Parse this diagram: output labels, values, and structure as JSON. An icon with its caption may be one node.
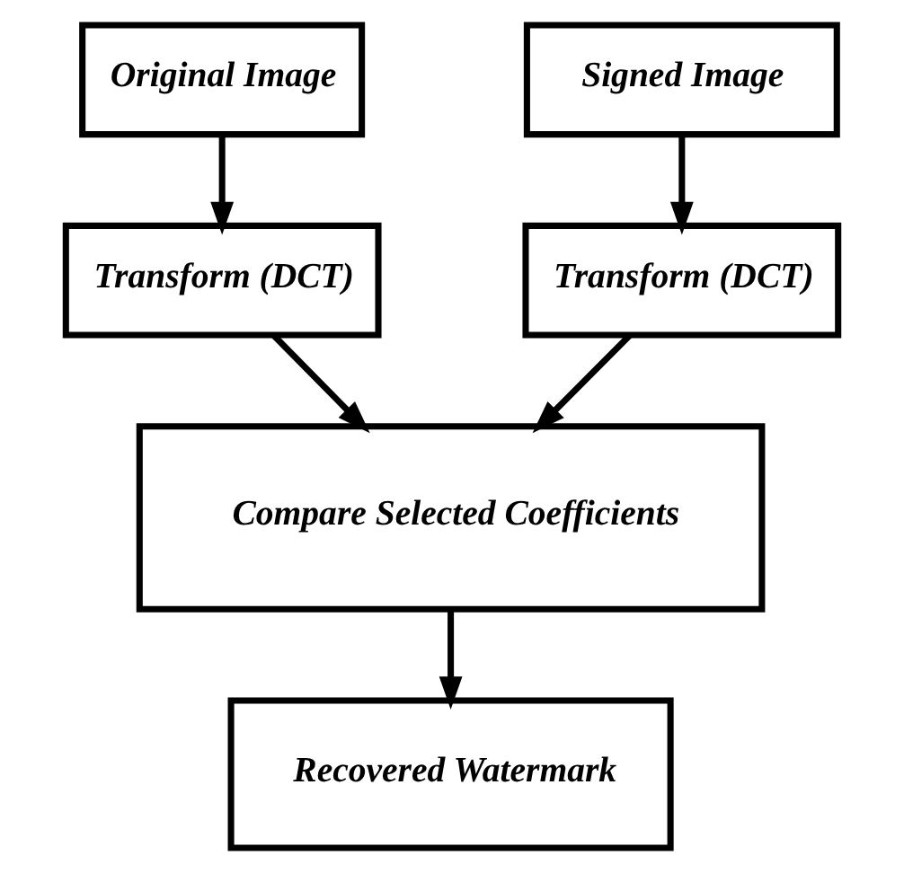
{
  "diagram": {
    "nodes": [
      {
        "text": [
          "Original Image"
        ]
      },
      {
        "text": [
          "Signed Image"
        ]
      },
      {
        "text": [
          "Transform (DCT)"
        ]
      },
      {
        "text": [
          "Transform (DCT)"
        ]
      },
      {
        "text": [
          "Compare Selected Coefficients"
        ]
      },
      {
        "text": [
          "Recovered Watermark"
        ]
      }
    ],
    "edges": [
      {
        "from": 0,
        "to": 2,
        "arrow": "to"
      },
      {
        "from": 1,
        "to": 3,
        "arrow": "to"
      },
      {
        "from": 2,
        "to": 4,
        "arrow": "to"
      },
      {
        "from": 3,
        "to": 4,
        "arrow": "to"
      },
      {
        "from": 4,
        "to": 5,
        "arrow": "to"
      }
    ]
  }
}
